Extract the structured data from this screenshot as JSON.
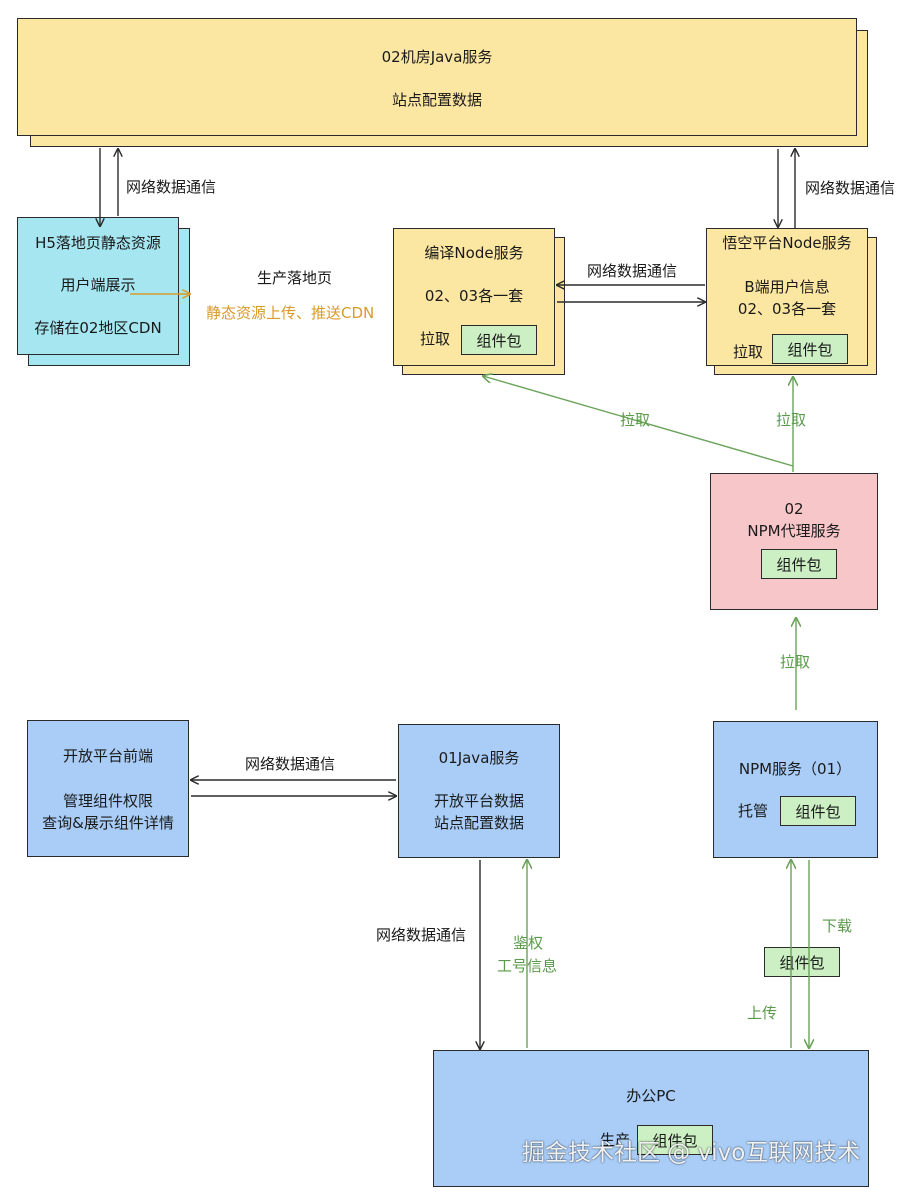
{
  "java02": {
    "title": "02机房Java服务",
    "subtitle": "站点配置数据"
  },
  "h5": {
    "line1": "H5落地页静态资源",
    "line2": "用户端展示",
    "line3": "存储在02地区CDN"
  },
  "compile_node": {
    "title": "编译Node服务",
    "subtitle": "02、03各一套",
    "pull": "拉取",
    "pkg": "组件包"
  },
  "wukong_node": {
    "title": "悟空平台Node服务",
    "line2": "B端用户信息",
    "line3": "02、03各一套",
    "pull": "拉取",
    "pkg": "组件包"
  },
  "npm_proxy": {
    "line1": "02",
    "line2": "NPM代理服务",
    "pkg": "组件包"
  },
  "open_frontend": {
    "title": "开放平台前端",
    "line2": "管理组件权限",
    "line3": "查询&展示组件详情"
  },
  "java01": {
    "title": "01Java服务",
    "line2": "开放平台数据",
    "line3": "站点配置数据"
  },
  "npm01": {
    "title": "NPM服务（01）",
    "host": "托管",
    "pkg": "组件包"
  },
  "office_pc": {
    "title": "办公PC",
    "produce": "生产",
    "pkg": "组件包"
  },
  "labels": {
    "net_comm": "网络数据通信",
    "produce_page": "生产落地页",
    "upload_cdn": "静态资源上传、推送CDN",
    "pull": "拉取",
    "auth": "鉴权",
    "employee_info": "工号信息",
    "download": "下载",
    "upload": "上传",
    "float_pkg": "组件包"
  },
  "watermark": "掘金技术社区 @ vivo互联网技术",
  "colors": {
    "yellow": "#fbe6a2",
    "cyan": "#a6e6f1",
    "blue": "#a9cdf7",
    "pink": "#f6c6c9",
    "green_pkg": "#ccefc4",
    "green_arrow": "#6aa35a",
    "orange": "#d99a2a"
  }
}
